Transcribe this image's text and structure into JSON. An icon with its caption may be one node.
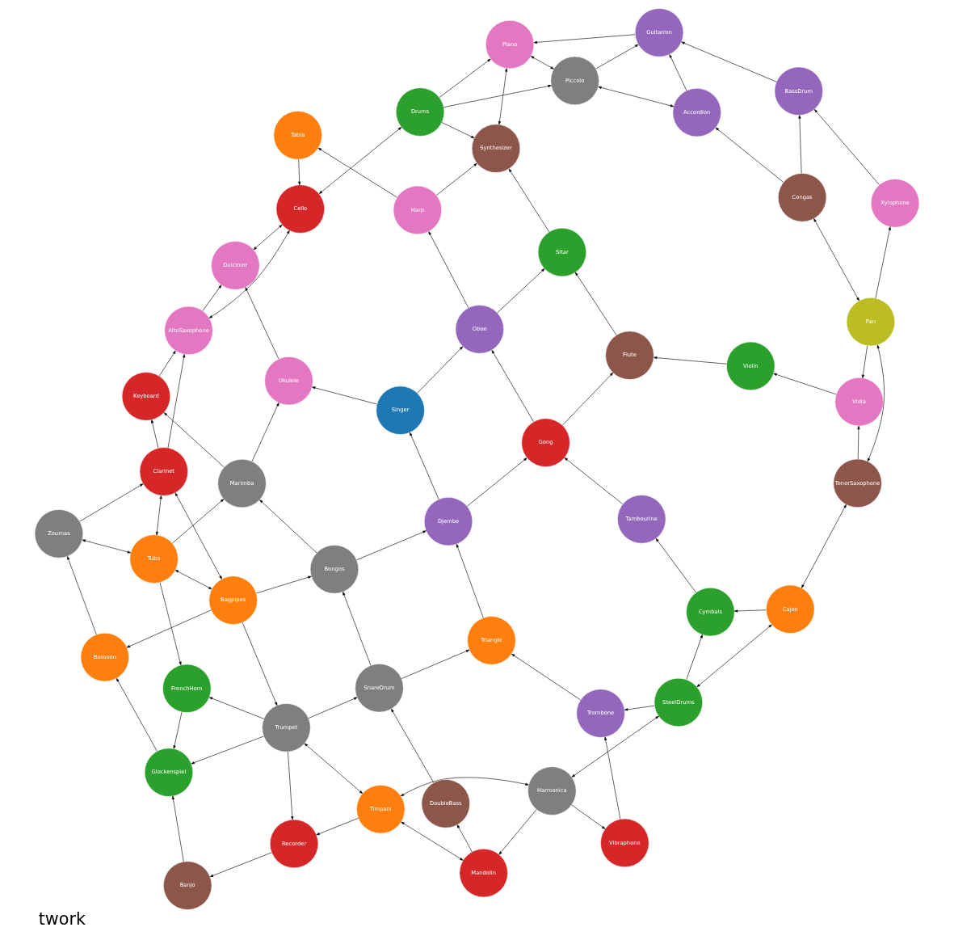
{
  "diagram": {
    "title": "twork",
    "nodes": [
      {
        "text": [
          "Trumpet"
        ]
      },
      {
        "text": [
          "Bagpipes"
        ]
      },
      {
        "text": [
          "Timpani"
        ]
      },
      {
        "text": [
          "Recorder"
        ]
      },
      {
        "text": [
          "FrenchHorn"
        ]
      },
      {
        "text": [
          "Tuba"
        ]
      },
      {
        "text": [
          "Harmonica"
        ]
      },
      {
        "text": [
          "Mandolin"
        ]
      },
      {
        "text": [
          "Banjo"
        ]
      },
      {
        "text": [
          "Glockenspiel"
        ]
      },
      {
        "text": [
          "Bassoon"
        ]
      },
      {
        "text": [
          "Zournas"
        ]
      },
      {
        "text": [
          "Clarinet"
        ]
      },
      {
        "text": [
          "Vibraphone"
        ]
      },
      {
        "text": [
          "DoubleBass"
        ]
      },
      {
        "text": [
          "SnareDrum"
        ]
      },
      {
        "text": [
          "Bongos"
        ]
      },
      {
        "text": [
          "Marimba"
        ]
      },
      {
        "text": [
          "Keyboard"
        ]
      },
      {
        "text": [
          "AltoSaxophone"
        ]
      },
      {
        "text": [
          "SteelDrums"
        ]
      },
      {
        "text": [
          "Trombone"
        ]
      },
      {
        "text": [
          "Triangle"
        ]
      },
      {
        "text": [
          "Djembe"
        ]
      },
      {
        "text": [
          "Singer"
        ]
      },
      {
        "text": [
          "Ukulele"
        ]
      },
      {
        "text": [
          "Dulcimer"
        ]
      },
      {
        "text": [
          "Cajon"
        ]
      },
      {
        "text": [
          "Cymbals"
        ]
      },
      {
        "text": [
          "Tambourine"
        ]
      },
      {
        "text": [
          "Gong"
        ]
      },
      {
        "text": [
          "Oboe"
        ]
      },
      {
        "text": [
          "Harp"
        ]
      },
      {
        "text": [
          "Tabla"
        ]
      },
      {
        "text": [
          "Cello"
        ]
      },
      {
        "text": [
          "TenorSaxophone"
        ]
      },
      {
        "text": [
          "Viola"
        ]
      },
      {
        "text": [
          "Violin"
        ]
      },
      {
        "text": [
          "Flute"
        ]
      },
      {
        "text": [
          "Sitar"
        ]
      },
      {
        "text": [
          "Synthesizer"
        ]
      },
      {
        "text": [
          "Drums"
        ]
      },
      {
        "text": [
          "Pan"
        ]
      },
      {
        "text": [
          "Xylophone"
        ]
      },
      {
        "text": [
          "BassDrum"
        ]
      },
      {
        "text": [
          "Guitarron"
        ]
      },
      {
        "text": [
          "Piano"
        ]
      },
      {
        "text": [
          "Congas"
        ]
      },
      {
        "text": [
          "Accordion"
        ]
      },
      {
        "text": [
          "Piccolo"
        ]
      }
    ],
    "edges": [
      {
        "from": 0,
        "to": 2,
        "arrow": "both"
      },
      {
        "from": 0,
        "to": 3,
        "arrow": "to"
      },
      {
        "from": 1,
        "to": 0,
        "arrow": "to"
      },
      {
        "from": 1,
        "to": 5,
        "arrow": "both"
      },
      {
        "from": 1,
        "to": 12,
        "arrow": "both"
      },
      {
        "from": 5,
        "to": 12,
        "arrow": "both"
      },
      {
        "from": 5,
        "to": 11,
        "arrow": "both"
      },
      {
        "from": 11,
        "to": 12,
        "arrow": "to"
      },
      {
        "from": 6,
        "to": 2,
        "arrow": "both"
      },
      {
        "from": 6,
        "to": 7,
        "arrow": "to"
      },
      {
        "from": 6,
        "to": 13,
        "arrow": "to"
      },
      {
        "from": 6,
        "to": 20,
        "arrow": "both"
      },
      {
        "from": 7,
        "to": 2,
        "arrow": "both"
      },
      {
        "from": 2,
        "to": 3,
        "arrow": "to"
      },
      {
        "from": 20,
        "to": 27,
        "arrow": "both"
      },
      {
        "from": 27,
        "to": 28,
        "arrow": "to"
      },
      {
        "from": 27,
        "to": 35,
        "arrow": "both"
      },
      {
        "from": 35,
        "to": 42,
        "arrow": "both"
      },
      {
        "from": 42,
        "to": 43,
        "arrow": "to"
      },
      {
        "from": 42,
        "to": 47,
        "arrow": "both"
      },
      {
        "from": 47,
        "to": 48,
        "arrow": "to"
      },
      {
        "from": 48,
        "to": 49,
        "arrow": "both"
      },
      {
        "from": 49,
        "to": 46,
        "arrow": "both"
      },
      {
        "from": 46,
        "to": 40,
        "arrow": "both"
      },
      {
        "from": 41,
        "to": 40,
        "arrow": "to"
      },
      {
        "from": 41,
        "to": 46,
        "arrow": "to"
      },
      {
        "from": 41,
        "to": 49,
        "arrow": "to"
      },
      {
        "from": 41,
        "to": 34,
        "arrow": "both"
      },
      {
        "from": 34,
        "to": 19,
        "arrow": "both"
      },
      {
        "from": 34,
        "to": 26,
        "arrow": "both"
      },
      {
        "from": 19,
        "to": 26,
        "arrow": "to"
      },
      {
        "from": 12,
        "to": 19,
        "arrow": "to"
      },
      {
        "from": 12,
        "to": 18,
        "arrow": "to"
      },
      {
        "from": 0,
        "to": 4,
        "arrow": "to"
      },
      {
        "from": 0,
        "to": 9,
        "arrow": "to"
      },
      {
        "from": 1,
        "to": 10,
        "arrow": "to"
      },
      {
        "from": 5,
        "to": 4,
        "arrow": "to"
      },
      {
        "from": 0,
        "to": 15,
        "arrow": "to"
      },
      {
        "from": 1,
        "to": 16,
        "arrow": "to"
      },
      {
        "from": 5,
        "to": 17,
        "arrow": "to"
      },
      {
        "from": 3,
        "to": 8,
        "arrow": "to"
      },
      {
        "from": 4,
        "to": 9,
        "arrow": "to"
      },
      {
        "from": 7,
        "to": 14,
        "arrow": "to"
      },
      {
        "from": 13,
        "to": 21,
        "arrow": "to"
      },
      {
        "from": 20,
        "to": 21,
        "arrow": "to"
      },
      {
        "from": 20,
        "to": 28,
        "arrow": "to"
      },
      {
        "from": 28,
        "to": 29,
        "arrow": "to"
      },
      {
        "from": 36,
        "to": 37,
        "arrow": "to"
      },
      {
        "from": 37,
        "to": 38,
        "arrow": "to"
      },
      {
        "from": 38,
        "to": 39,
        "arrow": "to"
      },
      {
        "from": 39,
        "to": 40,
        "arrow": "to"
      },
      {
        "from": 44,
        "to": 45,
        "arrow": "to"
      },
      {
        "from": 45,
        "to": 46,
        "arrow": "to"
      },
      {
        "from": 43,
        "to": 44,
        "arrow": "to"
      },
      {
        "from": 21,
        "to": 22,
        "arrow": "to"
      },
      {
        "from": 22,
        "to": 23,
        "arrow": "to"
      },
      {
        "from": 23,
        "to": 24,
        "arrow": "to"
      },
      {
        "from": 24,
        "to": 25,
        "arrow": "to"
      },
      {
        "from": 25,
        "to": 26,
        "arrow": "to"
      },
      {
        "from": 29,
        "to": 30,
        "arrow": "to"
      },
      {
        "from": 30,
        "to": 31,
        "arrow": "to"
      },
      {
        "from": 31,
        "to": 32,
        "arrow": "to"
      },
      {
        "from": 32,
        "to": 33,
        "arrow": "to"
      },
      {
        "from": 33,
        "to": 34,
        "arrow": "to"
      },
      {
        "from": 14,
        "to": 15,
        "arrow": "to"
      },
      {
        "from": 15,
        "to": 16,
        "arrow": "to"
      },
      {
        "from": 16,
        "to": 17,
        "arrow": "to"
      },
      {
        "from": 17,
        "to": 18,
        "arrow": "to"
      },
      {
        "from": 18,
        "to": 19,
        "arrow": "to"
      },
      {
        "from": 8,
        "to": 9,
        "arrow": "to"
      },
      {
        "from": 9,
        "to": 10,
        "arrow": "to"
      },
      {
        "from": 10,
        "to": 11,
        "arrow": "to"
      },
      {
        "from": 35,
        "to": 36,
        "arrow": "to"
      },
      {
        "from": 42,
        "to": 36,
        "arrow": "to"
      },
      {
        "from": 47,
        "to": 44,
        "arrow": "to"
      },
      {
        "from": 48,
        "to": 45,
        "arrow": "to"
      },
      {
        "from": 49,
        "to": 45,
        "arrow": "to"
      },
      {
        "from": 24,
        "to": 31,
        "arrow": "to"
      },
      {
        "from": 23,
        "to": 30,
        "arrow": "to"
      },
      {
        "from": 16,
        "to": 23,
        "arrow": "to"
      },
      {
        "from": 15,
        "to": 22,
        "arrow": "to"
      },
      {
        "from": 17,
        "to": 25,
        "arrow": "to"
      },
      {
        "from": 30,
        "to": 38,
        "arrow": "to"
      },
      {
        "from": 31,
        "to": 39,
        "arrow": "to"
      },
      {
        "from": 32,
        "to": 40,
        "arrow": "to"
      }
    ]
  }
}
